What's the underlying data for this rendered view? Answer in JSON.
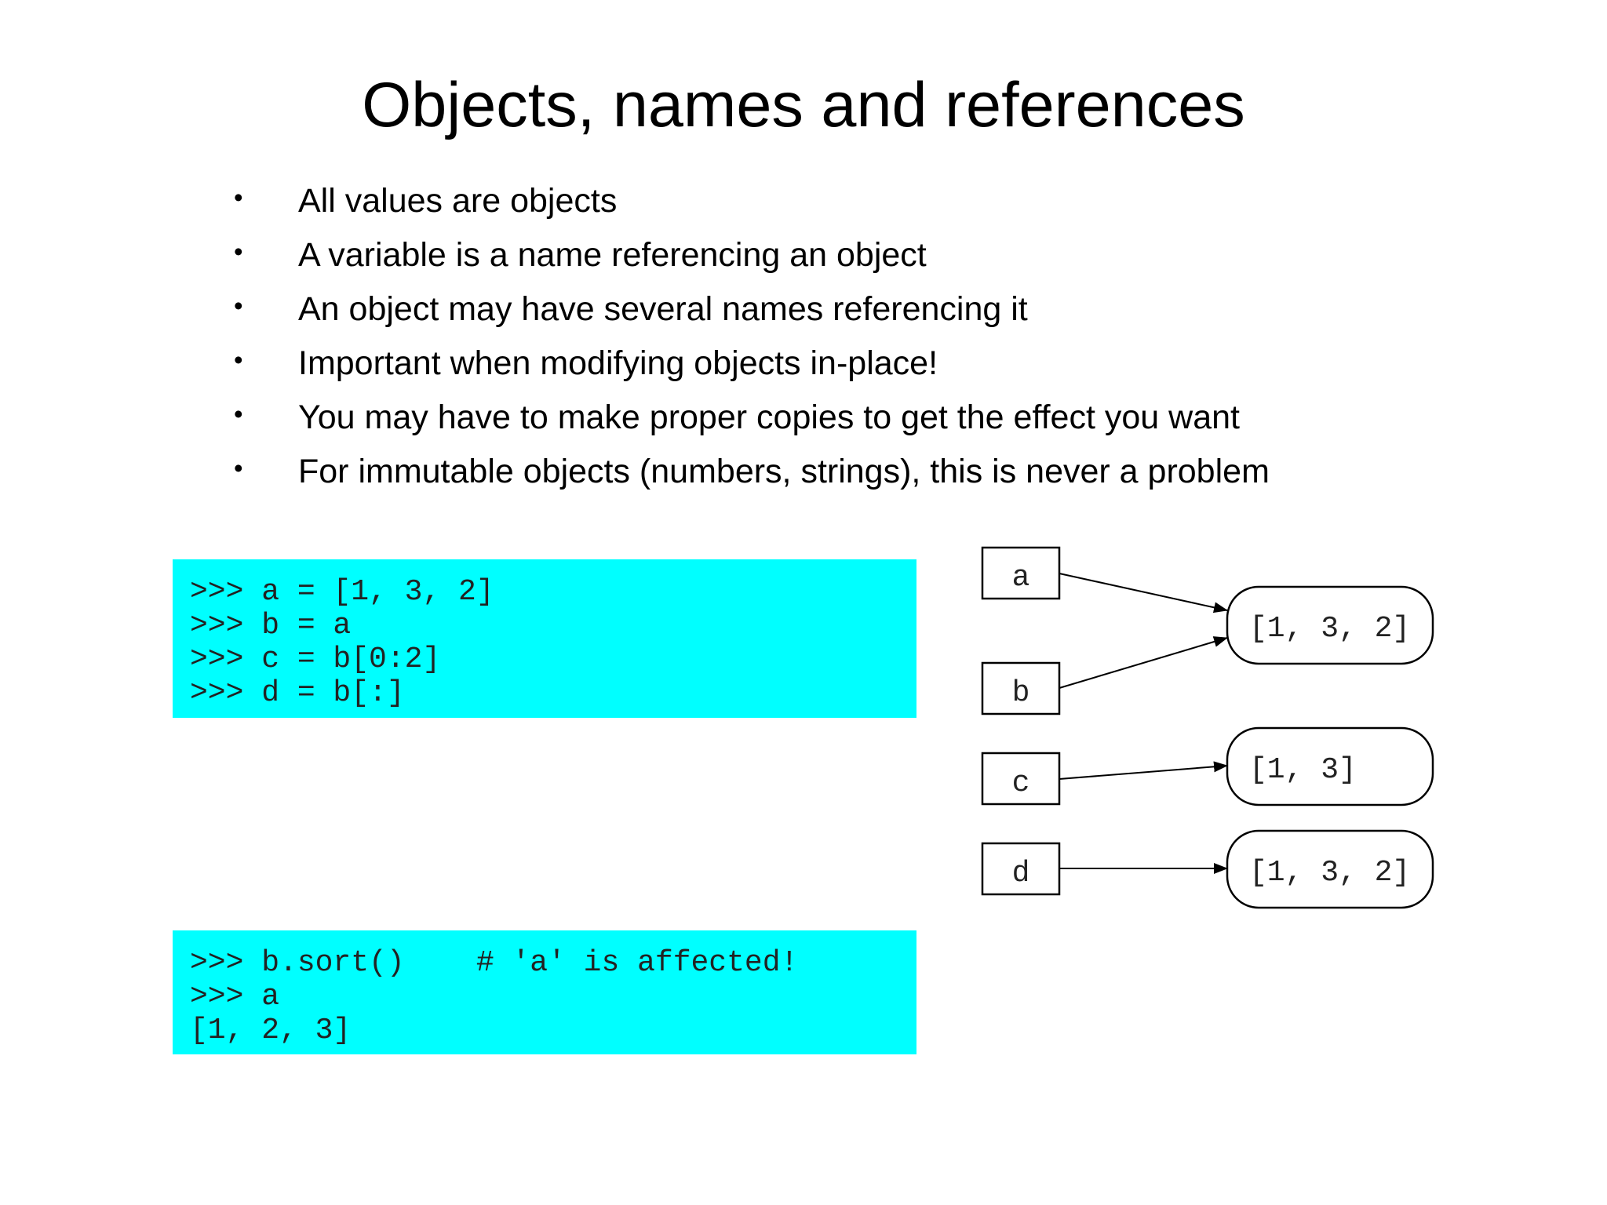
{
  "title": "Objects, names and references",
  "bullets": [
    {
      "marker": "•",
      "text": "All values are objects"
    },
    {
      "marker": "•",
      "text": "A variable is a name referencing an object"
    },
    {
      "marker": "•",
      "text": "An object may have several names referencing it"
    },
    {
      "marker": "•",
      "text": "Important when modifying objects in-place!"
    },
    {
      "marker": "•",
      "text": "You may have to make proper copies to get the effect you want"
    },
    {
      "marker": "•",
      "text": "For immutable objects (numbers, strings), this is never a problem"
    }
  ],
  "code_blocks": [
    {
      "background": "#00ffff",
      "lines": [
        ">>> a = [1, 3, 2]",
        ">>> b = a",
        ">>> c = b[0:2]",
        ">>> d = b[:]"
      ]
    },
    {
      "background": "#00ffff",
      "lines": [
        ">>> b.sort()    # 'a' is affected!",
        ">>> a",
        "[1, 2, 3]"
      ]
    }
  ],
  "diagram": {
    "names": [
      "a",
      "b",
      "c",
      "d"
    ],
    "objects": [
      "[1, 3, 2]",
      "[1, 3]",
      "[1, 3, 2]"
    ]
  }
}
